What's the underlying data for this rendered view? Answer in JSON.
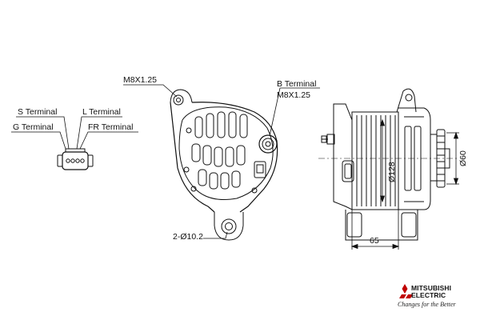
{
  "labels": {
    "m8_top": "M8X1.25",
    "b_terminal": "B Terminal",
    "m8_right": "M8X1.25",
    "s_terminal": "S Terminal",
    "l_terminal": "L Terminal",
    "g_terminal": "G Terminal",
    "fr_terminal": "FR Terminal",
    "holes": "2-Ø10.2"
  },
  "dimensions": {
    "body_diameter": "Ø128",
    "pulley_diameter": "Ø60",
    "depth": "65"
  },
  "logo": {
    "brand_line1": "MITSUBISHI",
    "brand_line2": "ELECTRIC",
    "slogan": "Changes for the Better"
  }
}
